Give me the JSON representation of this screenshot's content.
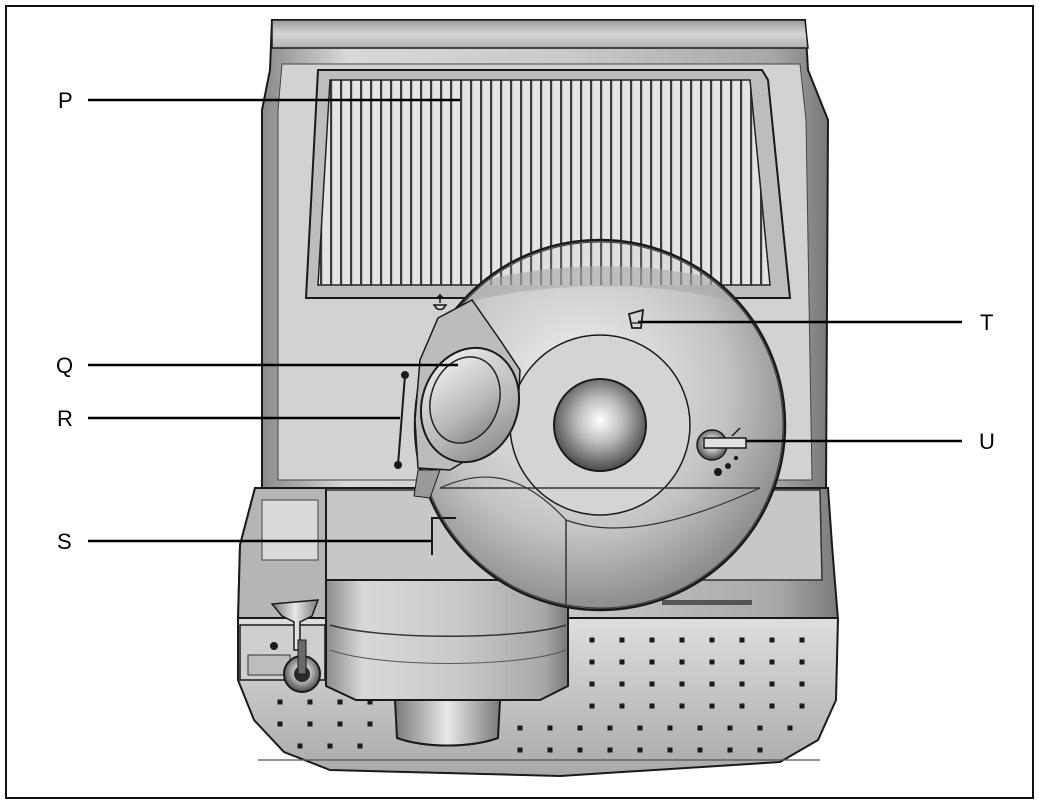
{
  "callouts": {
    "P": "P",
    "Q": "Q",
    "R": "R",
    "S": "S",
    "T": "T",
    "U": "U"
  },
  "colors": {
    "outline": "#1a1a1a",
    "body_light": "#e6e6e6",
    "body_mid": "#bdbdbd",
    "body_dark": "#6e6e6e"
  }
}
